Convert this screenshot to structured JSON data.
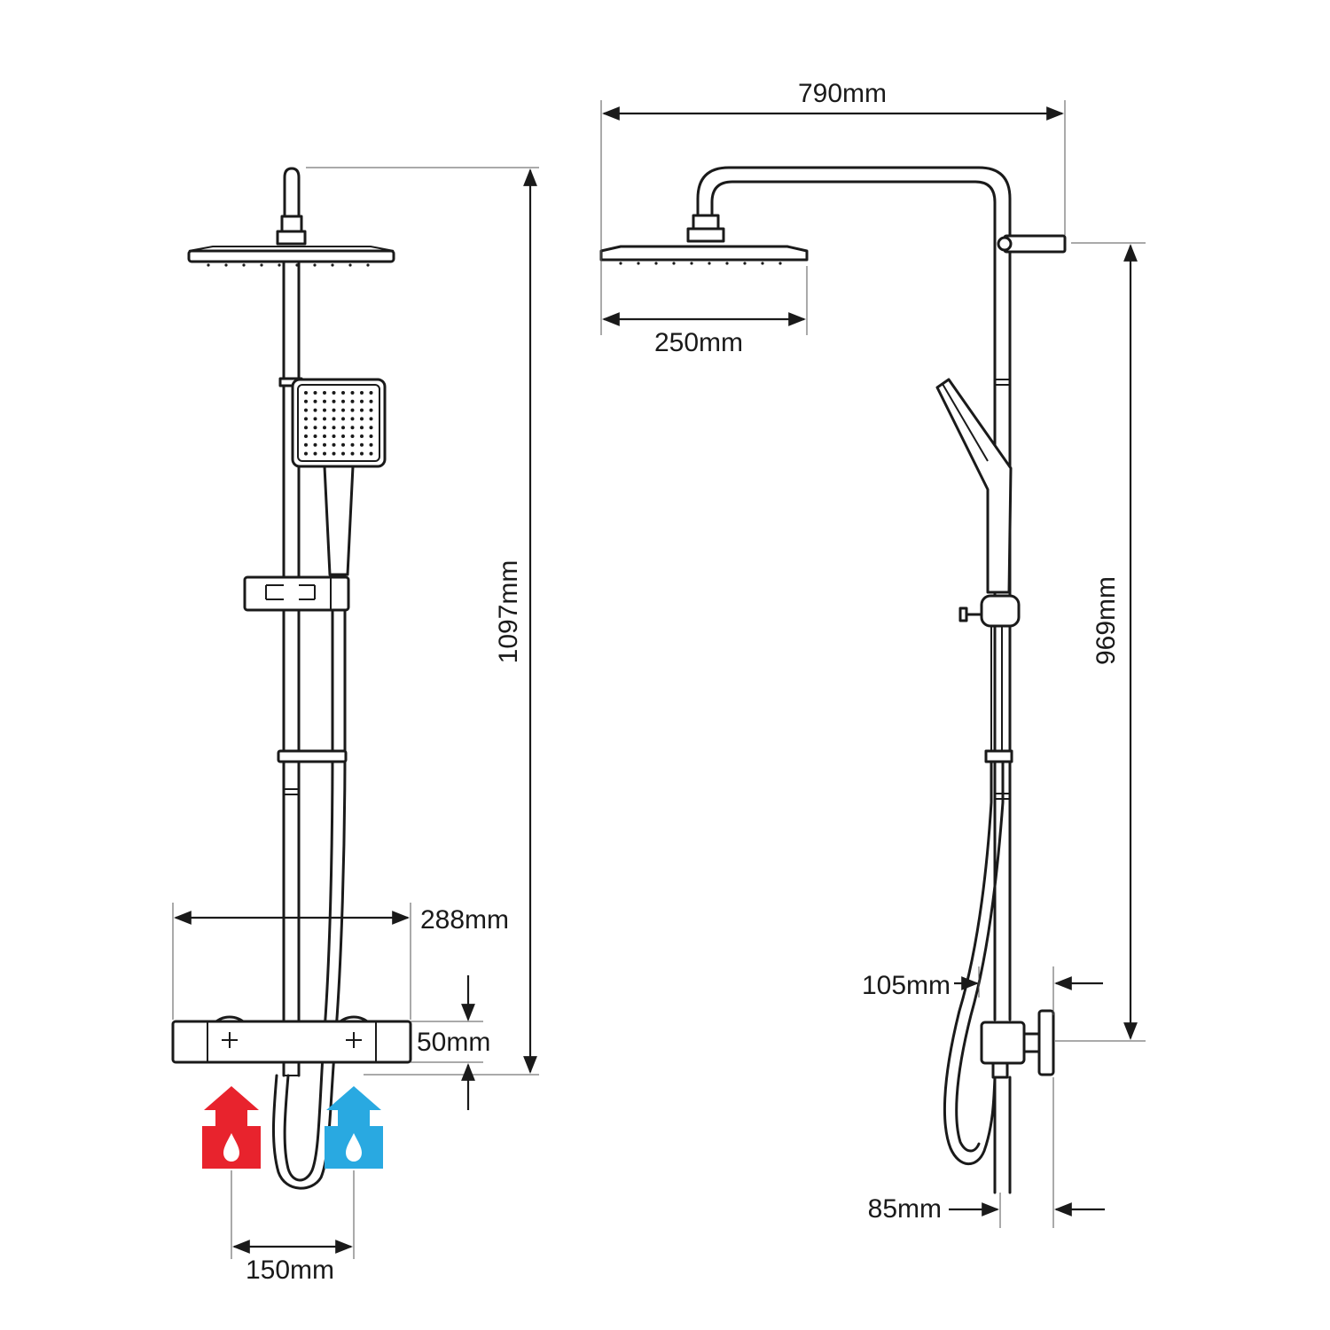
{
  "front_view": {
    "height_label": "1097mm",
    "mixer_width_label": "288mm",
    "mixer_height_label": "50mm",
    "inlet_spacing_label": "150mm",
    "hot_inlet_icon": "hot-water-arrow-up-icon",
    "cold_inlet_icon": "cold-water-arrow-up-icon"
  },
  "side_view": {
    "overall_width_label": "790mm",
    "head_diameter_label": "250mm",
    "wall_height_label": "969mm",
    "upper_offset_label": "105mm",
    "lower_offset_label": "85mm"
  },
  "colors": {
    "hot": "#e8232d",
    "cold": "#29a9e1",
    "line": "#1a1a1a"
  }
}
